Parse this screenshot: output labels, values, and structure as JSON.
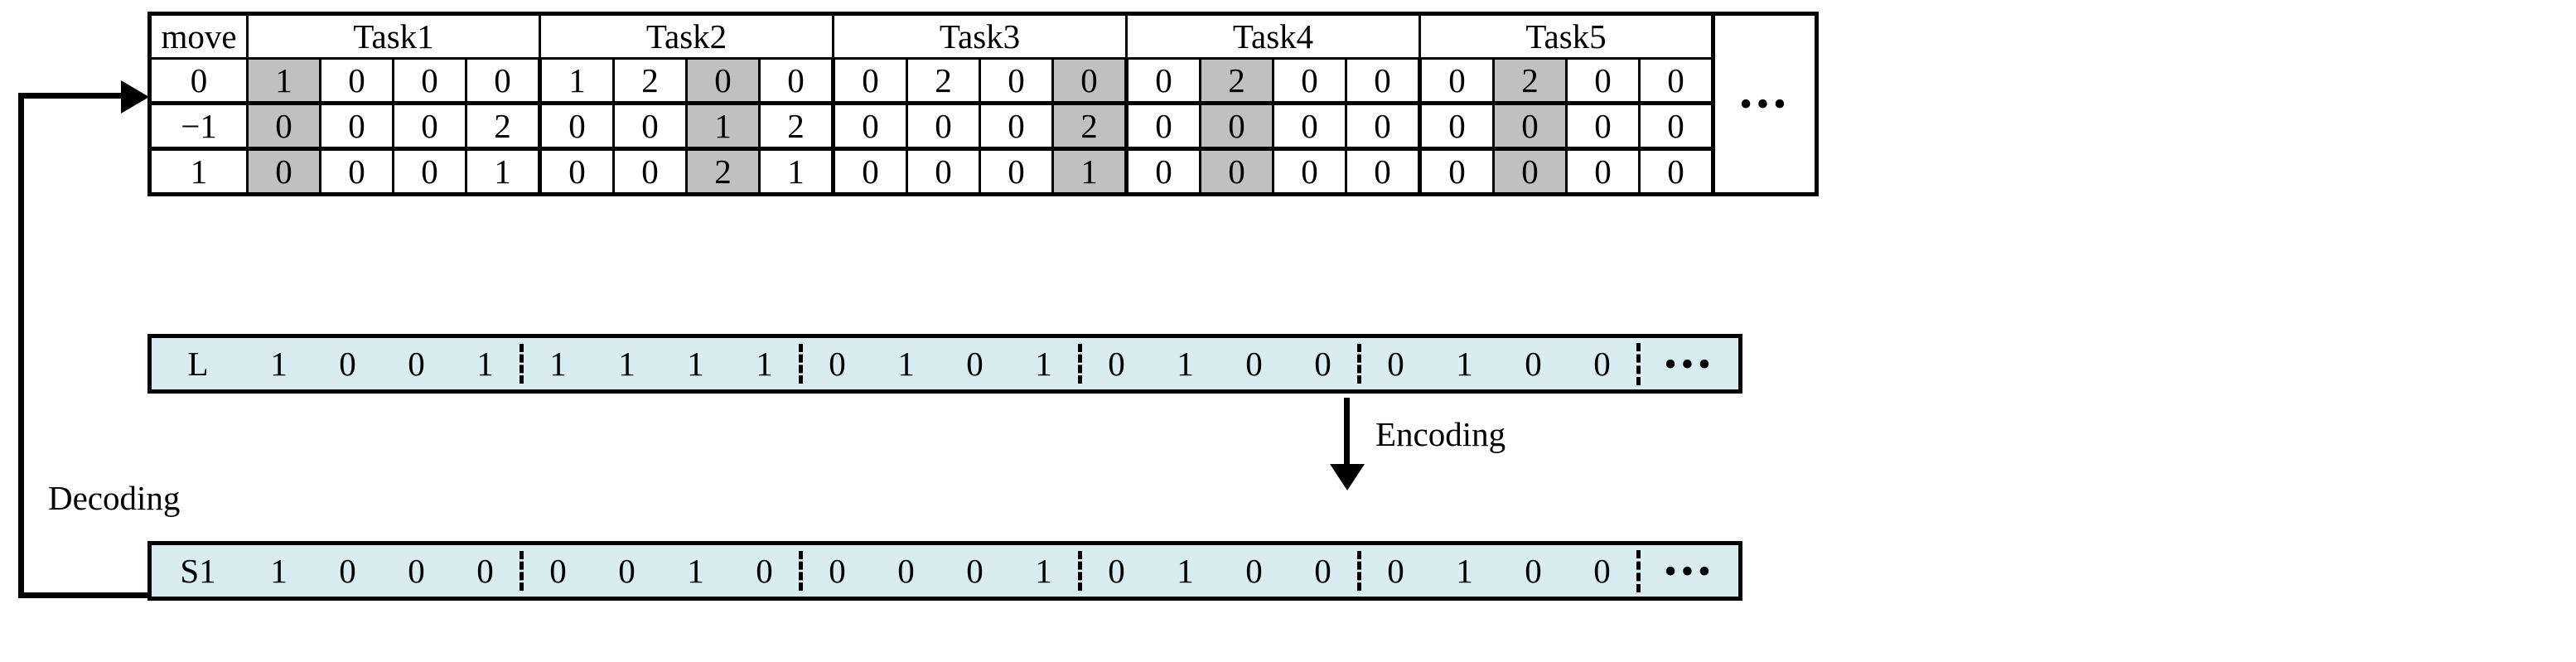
{
  "table": {
    "header": {
      "move_label": "move",
      "task_labels": [
        "Task1",
        "Task2",
        "Task3",
        "Task4",
        "Task5"
      ],
      "ellipsis": "•••"
    },
    "rows": [
      {
        "move": "0",
        "cells": [
          [
            "1",
            "0",
            "0",
            "0"
          ],
          [
            "1",
            "2",
            "0",
            "0"
          ],
          [
            "0",
            "2",
            "0",
            "0"
          ],
          [
            "0",
            "2",
            "0",
            "0"
          ],
          [
            "0",
            "2",
            "0",
            "0"
          ]
        ]
      },
      {
        "move": "−1",
        "cells": [
          [
            "0",
            "0",
            "0",
            "2"
          ],
          [
            "0",
            "0",
            "1",
            "2"
          ],
          [
            "0",
            "0",
            "0",
            "2"
          ],
          [
            "0",
            "0",
            "0",
            "0"
          ],
          [
            "0",
            "0",
            "0",
            "0"
          ]
        ]
      },
      {
        "move": "1",
        "cells": [
          [
            "0",
            "0",
            "0",
            "1"
          ],
          [
            "0",
            "0",
            "2",
            "1"
          ],
          [
            "0",
            "0",
            "0",
            "1"
          ],
          [
            "0",
            "0",
            "0",
            "0"
          ],
          [
            "0",
            "0",
            "0",
            "0"
          ]
        ]
      }
    ],
    "shaded_index_per_task": [
      0,
      2,
      3,
      1,
      1
    ]
  },
  "bars": [
    {
      "id": "L",
      "label": "L",
      "groups": [
        [
          "1",
          "0",
          "0",
          "1"
        ],
        [
          "1",
          "1",
          "1",
          "1"
        ],
        [
          "0",
          "1",
          "0",
          "1"
        ],
        [
          "0",
          "1",
          "0",
          "0"
        ],
        [
          "0",
          "1",
          "0",
          "0"
        ]
      ],
      "tail": "•••"
    },
    {
      "id": "S1",
      "label": "S1",
      "groups": [
        [
          "1",
          "0",
          "0",
          "0"
        ],
        [
          "0",
          "0",
          "1",
          "0"
        ],
        [
          "0",
          "0",
          "0",
          "1"
        ],
        [
          "0",
          "1",
          "0",
          "0"
        ],
        [
          "0",
          "1",
          "0",
          "0"
        ]
      ],
      "tail": "•••"
    }
  ],
  "annotations": {
    "encoding_label": "Encoding",
    "decoding_label": "Decoding"
  },
  "colors": {
    "bar_fill": "#d9ecf2",
    "cell_shaded": "#c0c0c0",
    "stroke": "#000000"
  }
}
